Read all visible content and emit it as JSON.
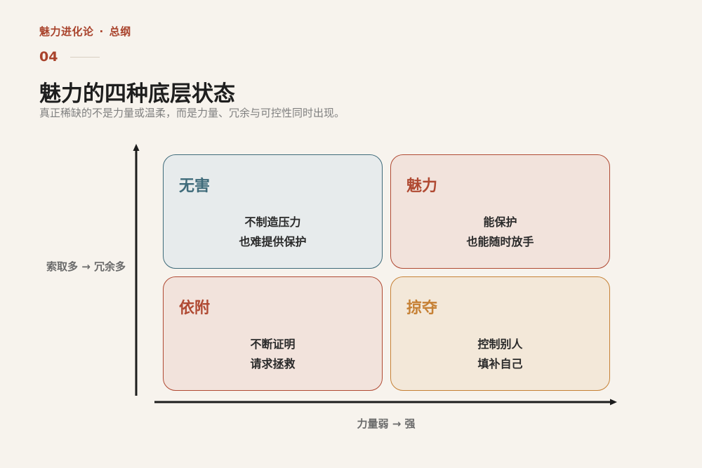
{
  "header": {
    "series": "魅力进化论",
    "separator": "·",
    "section": "总纲",
    "number": "04"
  },
  "title": "魅力的四种底层状态",
  "subtitle": "真正稀缺的不是力量或温柔，而是力量、冗余与可控性同时出现。",
  "axes": {
    "y_label": "索取多 → 冗余多",
    "x_label": "力量弱 → 强"
  },
  "colors": {
    "accent": "#a9432c",
    "teal": "#3f6b7a",
    "red": "#b04a33",
    "amber": "#c68135",
    "axis": "#1c1c1c"
  },
  "quadrants": {
    "top_left": {
      "title": "无害",
      "lines": [
        "不制造压力",
        "也难提供保护"
      ]
    },
    "top_right": {
      "title": "魅力",
      "lines": [
        "能保护",
        "也能随时放手"
      ]
    },
    "bottom_left": {
      "title": "依附",
      "lines": [
        "不断证明",
        "请求拯救"
      ]
    },
    "bottom_right": {
      "title": "掠夺",
      "lines": [
        "控制别人",
        "填补自己"
      ]
    }
  }
}
